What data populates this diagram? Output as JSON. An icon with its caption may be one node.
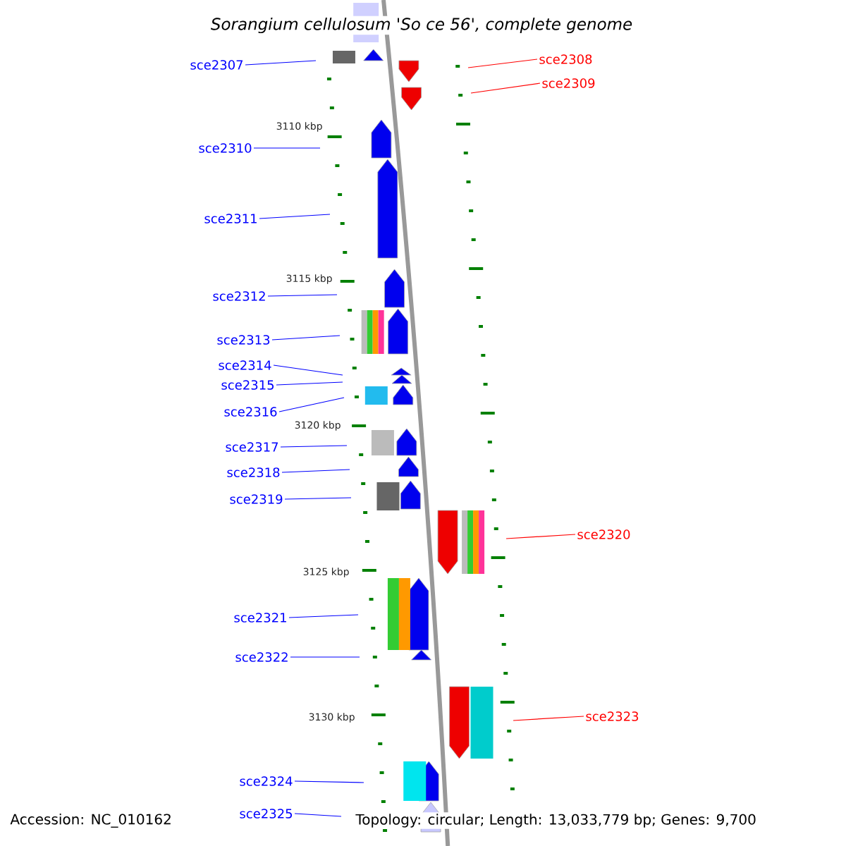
{
  "diagram": {
    "title": "Sorangium cellulosum 'So ce 56', complete genome",
    "nodes": [
      {
        "text": [
          "sce2307"
        ]
      },
      {
        "text": [
          "sce2308"
        ]
      },
      {
        "text": [
          "sce2309"
        ]
      },
      {
        "text": [
          "sce2310"
        ]
      },
      {
        "text": [
          "sce2311"
        ]
      },
      {
        "text": [
          "sce2312"
        ]
      },
      {
        "text": [
          "sce2313"
        ]
      },
      {
        "text": [
          "sce2314"
        ]
      },
      {
        "text": [
          "sce2315"
        ]
      },
      {
        "text": [
          "sce2316"
        ]
      },
      {
        "text": [
          "sce2317"
        ]
      },
      {
        "text": [
          "sce2318"
        ]
      },
      {
        "text": [
          "sce2319"
        ]
      },
      {
        "text": [
          "sce2320"
        ]
      },
      {
        "text": [
          "sce2321"
        ]
      },
      {
        "text": [
          "sce2322"
        ]
      },
      {
        "text": [
          "sce2323"
        ]
      },
      {
        "text": [
          "sce2324"
        ]
      },
      {
        "text": [
          "sce2325"
        ]
      }
    ],
    "edges": [
      {
        "from": 0,
        "to": null,
        "arrow": "none"
      },
      {
        "from": 1,
        "to": null,
        "arrow": "none",
        "color": "#ff0000"
      },
      {
        "from": 2,
        "to": null,
        "arrow": "none",
        "color": "#ff0000"
      },
      {
        "from": 3,
        "to": null,
        "arrow": "none"
      },
      {
        "from": 4,
        "to": null,
        "arrow": "none"
      },
      {
        "from": 5,
        "to": null,
        "arrow": "none"
      },
      {
        "from": 6,
        "to": null,
        "arrow": "none"
      },
      {
        "from": 7,
        "to": null,
        "arrow": "none"
      },
      {
        "from": 8,
        "to": null,
        "arrow": "none"
      },
      {
        "from": 9,
        "to": null,
        "arrow": "none"
      },
      {
        "from": 10,
        "to": null,
        "arrow": "none"
      },
      {
        "from": 11,
        "to": null,
        "arrow": "none"
      },
      {
        "from": 12,
        "to": null,
        "arrow": "none"
      },
      {
        "from": 13,
        "to": null,
        "arrow": "none",
        "color": "#ff0000"
      },
      {
        "from": 14,
        "to": null,
        "arrow": "none"
      },
      {
        "from": 15,
        "to": null,
        "arrow": "none"
      },
      {
        "from": 16,
        "to": null,
        "arrow": "none",
        "color": "#ff0000"
      },
      {
        "from": 17,
        "to": null,
        "arrow": "none"
      },
      {
        "from": 18,
        "to": null,
        "arrow": "none"
      }
    ],
    "labels": [
      "3110 kbp",
      "3115 kbp",
      "3120 kbp",
      "3125 kbp",
      "3130 kbp",
      "Accession: NC_010162",
      "Topology: circular; Length: 13,033,779 bp; Genes: 9,700"
    ]
  }
}
